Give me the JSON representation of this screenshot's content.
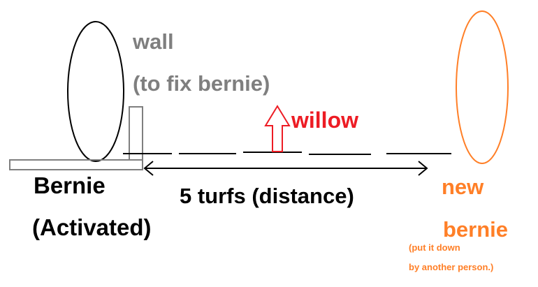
{
  "labels": {
    "wall": "wall",
    "wall_purpose": "(to fix bernie)",
    "willow": "willow",
    "bernie": "Bernie",
    "activated": "(Activated)",
    "distance": "5 turfs (distance)",
    "new": "new",
    "new_bernie": "bernie",
    "note_line1": "(put it down",
    "note_line2": "by another person.)"
  },
  "colors": {
    "black": "#000000",
    "gray": "#7f7f7f",
    "red": "#ed1c24",
    "orange": "#ff7f27"
  }
}
